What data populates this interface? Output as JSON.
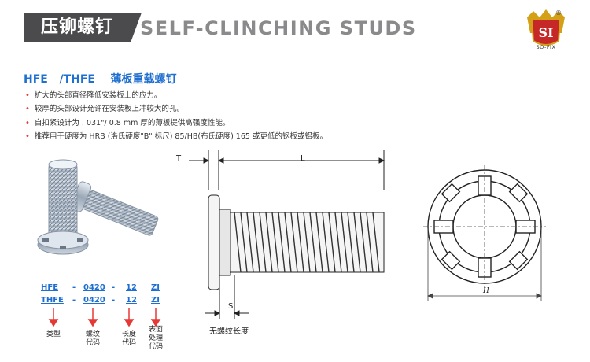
{
  "header": {
    "title_cn": "压铆螺钉",
    "title_en": "SELF-CLINCHING STUDS",
    "logo_text": "SO-FIX",
    "logo_mark": "SI",
    "registered": "®"
  },
  "product": {
    "title": "HFE   /THFE    薄板重载螺钉",
    "features": [
      "扩大的头部直径降低安装板上的应力。",
      "较厚的头部设计允许在安装板上冲较大的孔。",
      "自扣紧设计为 . 031\"/ 0.8 mm 厚的薄板提供高强度性能。",
      "推荐用于硬度为 HRB (洛氏硬度\"B\" 标尺) 85/HB(布氏硬度) 165 或更低的钢板或铝板。"
    ]
  },
  "part_code": {
    "rows": [
      {
        "type": "HFE",
        "dash1": "-",
        "thread": "0420",
        "dash2": "-",
        "length": "12",
        "finish": "ZI"
      },
      {
        "type": "THFE",
        "dash1": "-",
        "thread": "0420",
        "dash2": "-",
        "length": "12",
        "finish": "ZI"
      }
    ],
    "captions": {
      "type": "类型",
      "thread": "螺纹\n代码",
      "length": "长度\n代码",
      "finish": "表面\n处理\n代码"
    },
    "arrow_color": "#e53935"
  },
  "drawing": {
    "label_T": "T",
    "label_L": "L",
    "label_S": "S",
    "label_H": "H",
    "caption_s": "无螺纹长度"
  },
  "colors": {
    "accent_blue": "#1f6fd0",
    "header_dark": "#4b4b4d",
    "header_gray": "#8a8a8c",
    "bullet_red": "#e53935"
  }
}
